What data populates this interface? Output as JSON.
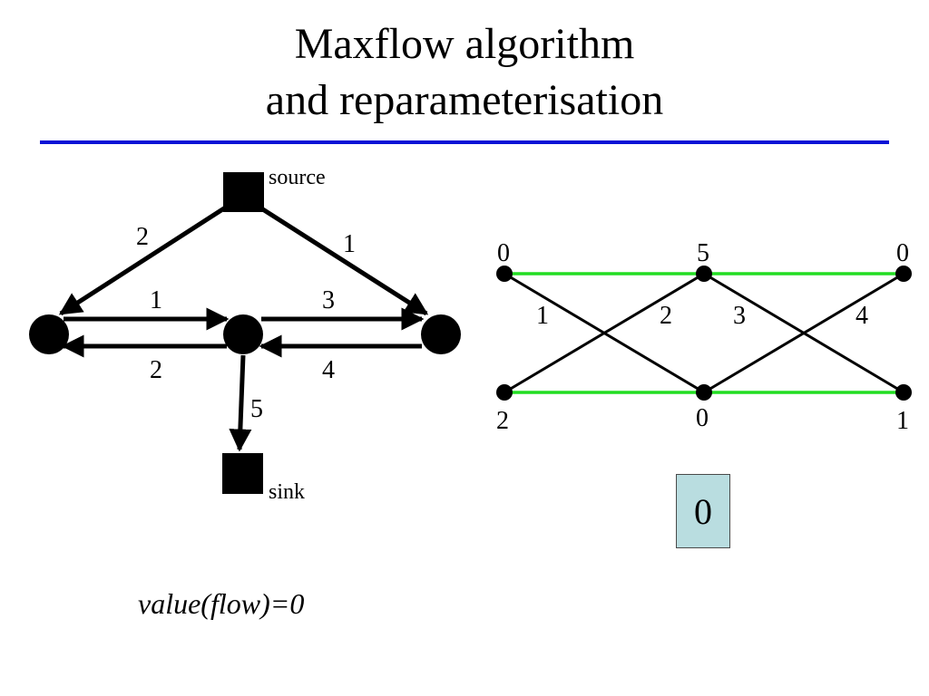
{
  "slide": {
    "title_line1": "Maxflow algorithm",
    "title_line2": "and reparameterisation",
    "accent_color": "#0a12d6",
    "flow_value_text": "value(flow)=0",
    "box_value": "0"
  },
  "graph": {
    "source_label": "source",
    "sink_label": "sink",
    "edges": {
      "source_to_left": "2",
      "source_to_right": "1",
      "left_to_middle": "1",
      "middle_to_right": "3",
      "middle_to_left": "2",
      "right_to_middle": "4",
      "middle_to_sink": "5"
    }
  },
  "trellis": {
    "top_values": [
      "0",
      "5",
      "0"
    ],
    "bottom_values": [
      "2",
      "0",
      "1"
    ],
    "pairwise_labels": [
      "1",
      "2",
      "3",
      "4"
    ],
    "highlight_color": "#22dd22"
  }
}
